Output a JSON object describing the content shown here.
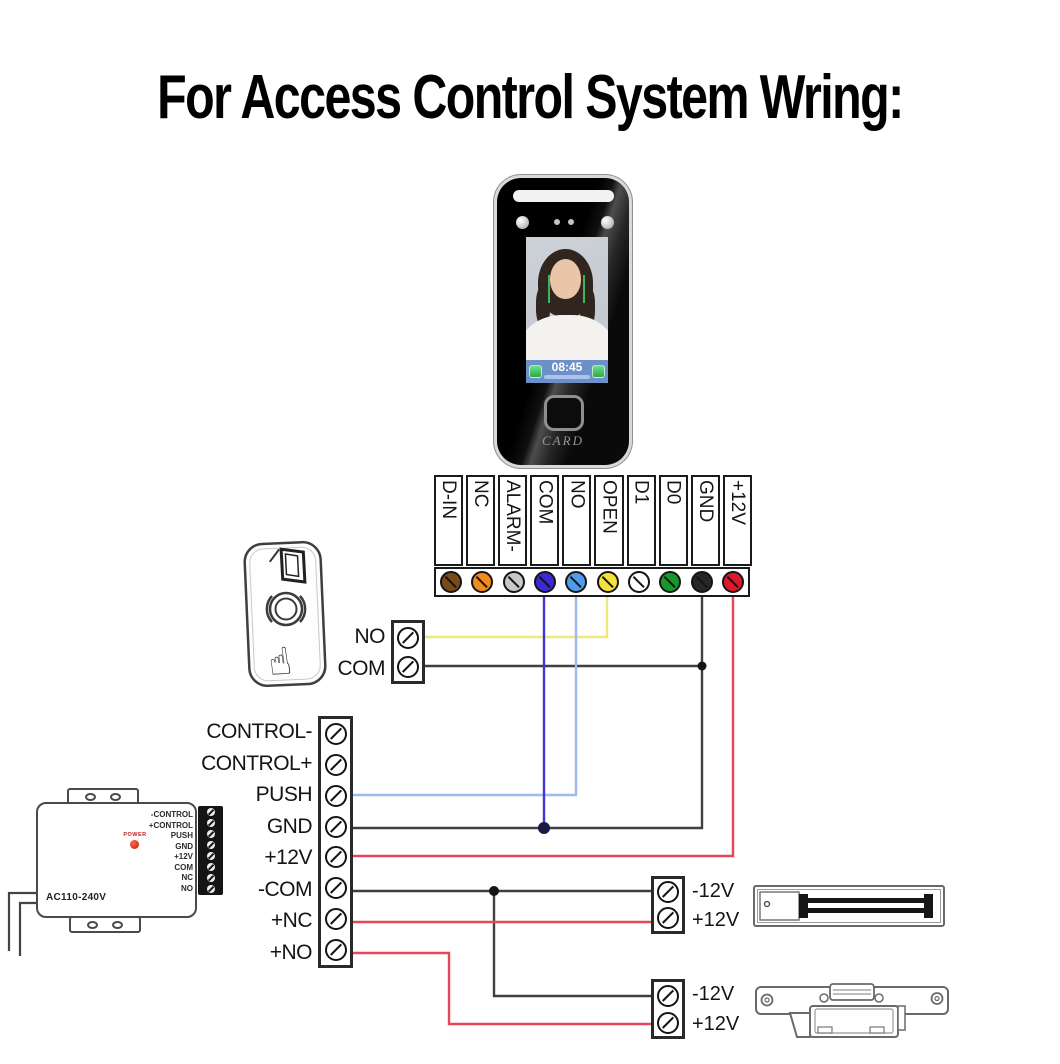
{
  "title": "For Access Control System Wring:",
  "device": {
    "time": "08:45",
    "card_label": "CARD"
  },
  "terminal_block": {
    "labels": [
      "D-IN",
      "NC",
      "ALARM-",
      "COM",
      "NO",
      "OPEN",
      "D1",
      "D0",
      "GND",
      "+12V"
    ],
    "screw_colors": [
      "#7b4a15",
      "#f28a1c",
      "#c8c8c8",
      "#3b28d6",
      "#4f9de8",
      "#f4e23c",
      "#ffffff",
      "#16982d",
      "#262626",
      "#e2182a"
    ]
  },
  "exit_button": {
    "no_label": "NO",
    "com_label": "COM"
  },
  "control_block": {
    "labels": [
      "CONTROL-",
      "CONTROL+",
      "PUSH",
      "GND",
      "+12V",
      "-COM",
      "+NC",
      "+NO"
    ]
  },
  "power_supply": {
    "voltage": "AC110-240V",
    "led": "POWER",
    "labels": [
      "-CONTROL",
      "+CONTROL",
      "PUSH",
      "GND",
      "+12V",
      "COM",
      "NC",
      "NO"
    ]
  },
  "maglock": {
    "labels": [
      "-12V",
      "+12V"
    ]
  },
  "strike": {
    "labels": [
      "-12V",
      "+12V"
    ]
  },
  "wire_colors": {
    "dark": "#3f3f3f",
    "red": "#e6475a",
    "yellow": "#ece87e",
    "dark_blue": "#4334d9",
    "light_blue": "#9cbaf0",
    "psu": "#444444",
    "dot_black": "#151515",
    "dot_navy": "#1a1a45"
  }
}
